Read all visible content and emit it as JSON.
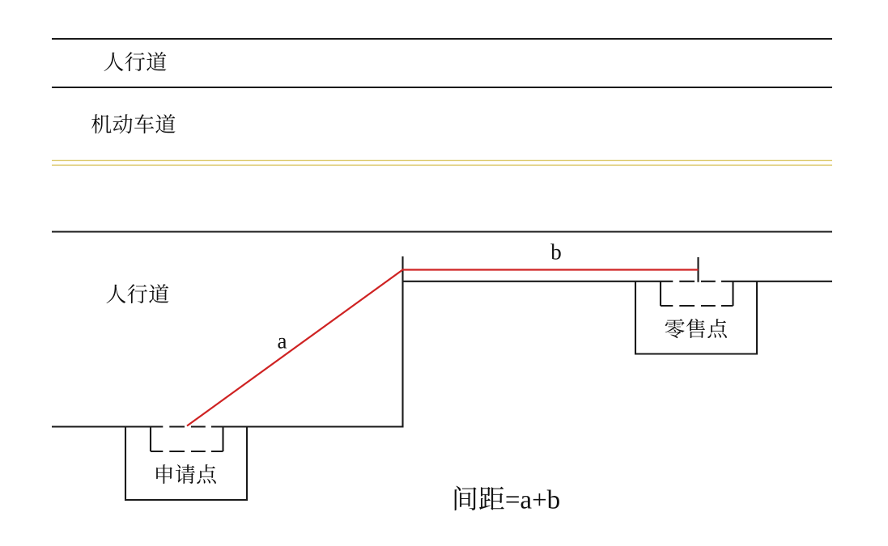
{
  "labels": {
    "sidewalk_top": "人行道",
    "motorway": "机动车道",
    "sidewalk_bottom": "人行道",
    "segment_a": "a",
    "segment_b": "b",
    "application_point": "申请点",
    "retail_point": "零售点",
    "formula": "间距=a+b"
  },
  "colors": {
    "line": "#1a1a1a",
    "text": "#111111",
    "measure-line": "#cf2323",
    "lane-divider": "#ddca6e",
    "background": "#ffffff"
  }
}
